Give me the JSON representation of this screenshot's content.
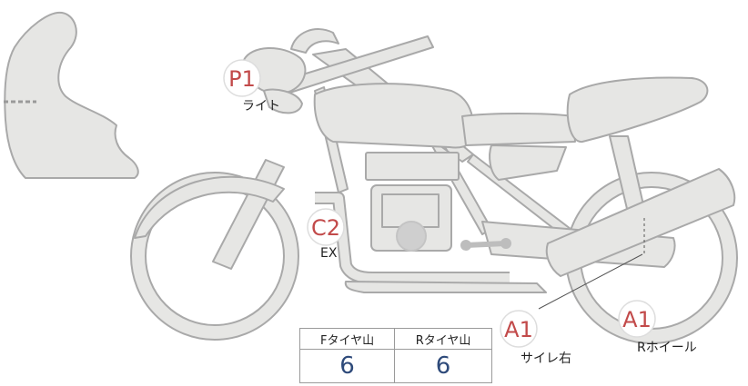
{
  "markers": {
    "p1": {
      "code": "P1",
      "label": "ライト"
    },
    "c2": {
      "code": "C2",
      "label": "EX"
    },
    "a1_side": {
      "code": "A1",
      "label": "サイレ右"
    },
    "a1_wheel": {
      "code": "A1",
      "label": "Rホイール"
    }
  },
  "tread_table": {
    "headers": [
      "Fタイヤ山",
      "Rタイヤ山"
    ],
    "values": [
      "6",
      "6"
    ]
  },
  "colors": {
    "body_fill": "#e6e6e4",
    "outline": "#a9a9a9",
    "marker_text": "#c24a4a",
    "table_value": "#2e4a7a"
  }
}
